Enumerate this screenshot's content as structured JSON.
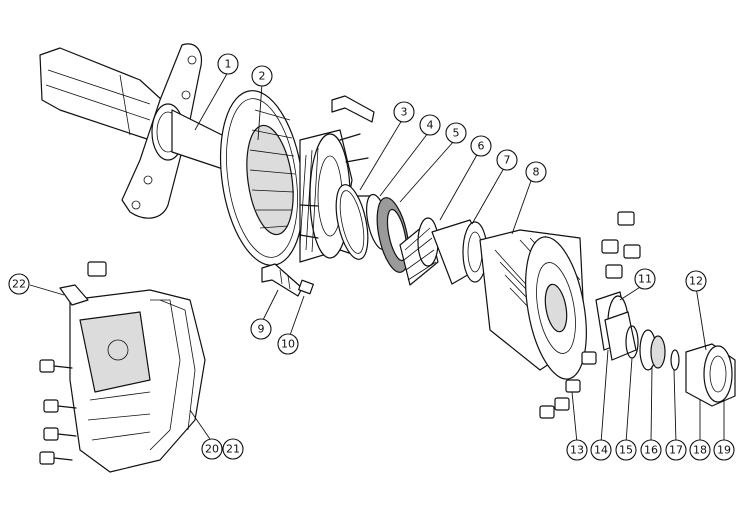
{
  "diagram": {
    "type": "exploded-parts-diagram",
    "callouts": [
      "1",
      "2",
      "3",
      "4",
      "5",
      "6",
      "7",
      "8",
      "9",
      "10",
      "11",
      "12",
      "13",
      "14",
      "15",
      "16",
      "17",
      "18",
      "19",
      "20",
      "21",
      "22"
    ]
  }
}
